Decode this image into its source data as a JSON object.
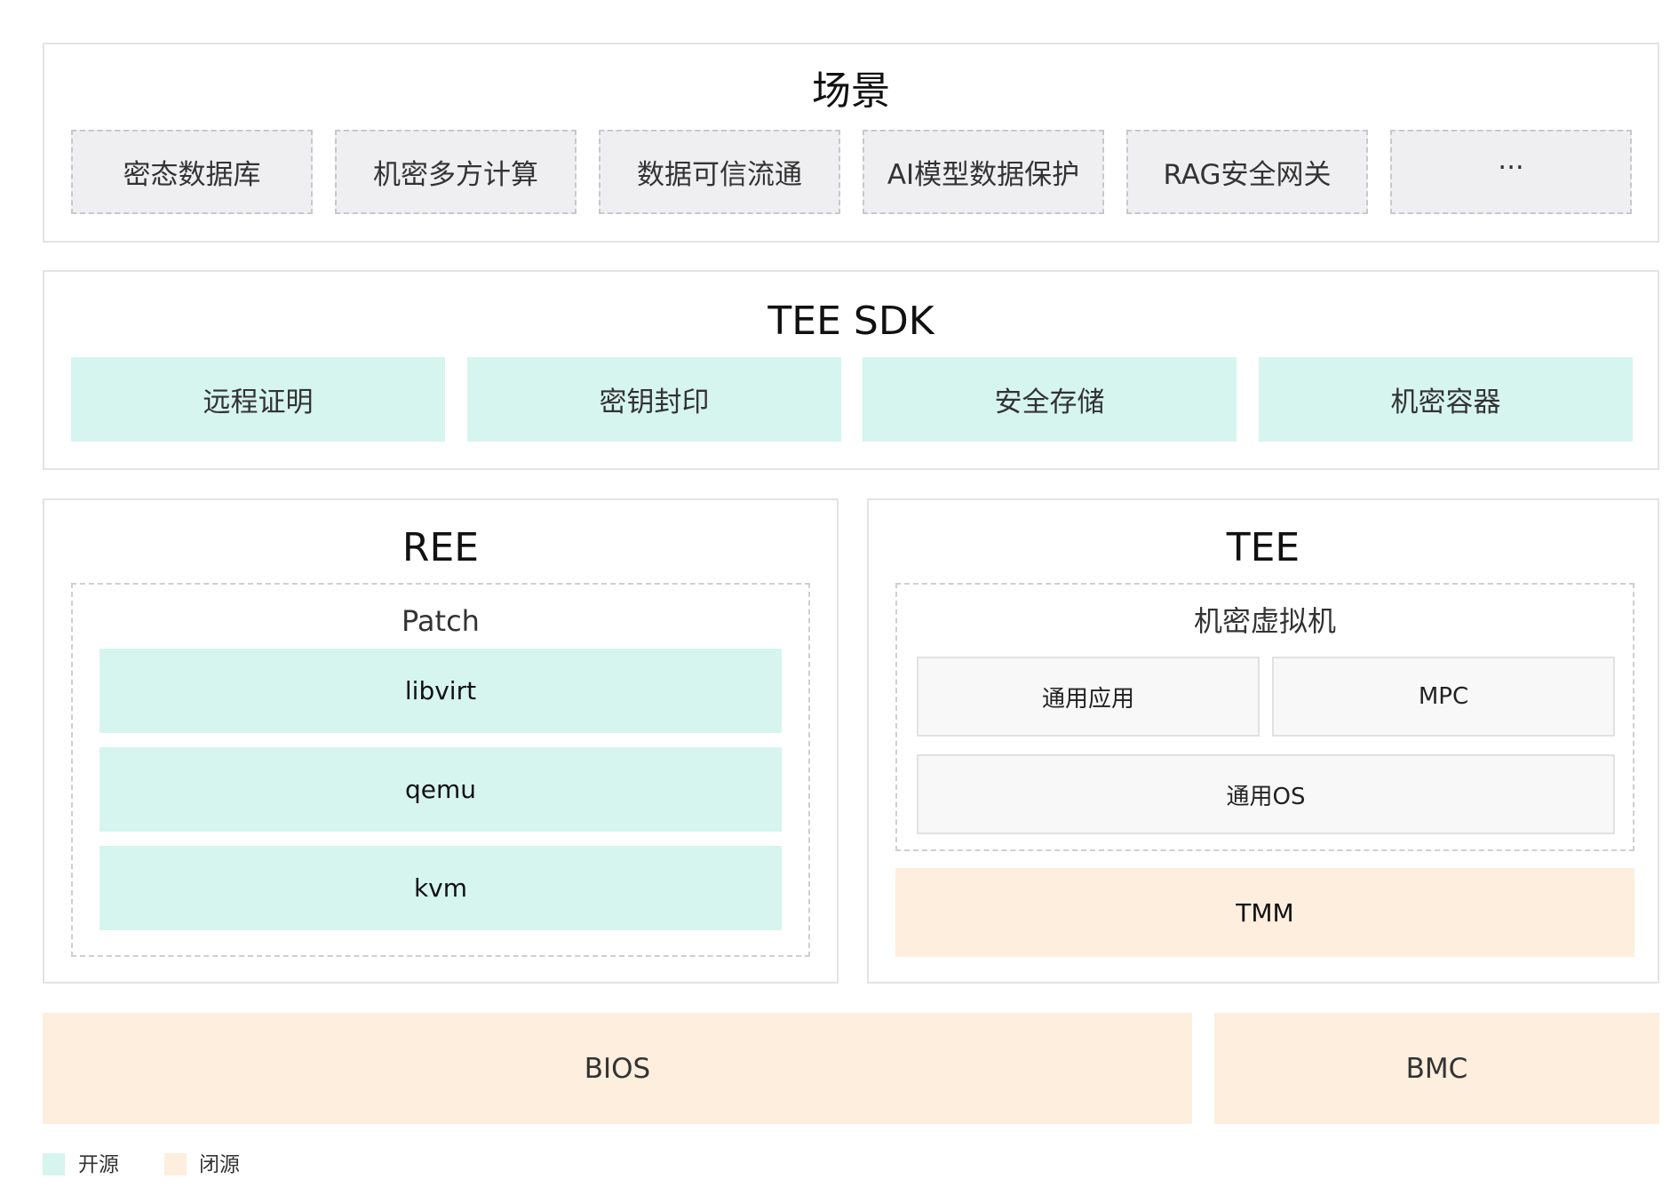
{
  "colors": {
    "open_source": "#d6f5ee",
    "closed_source": "#fdeedd",
    "scenario_fill": "#efeff1",
    "panel_border": "#e3e3e3"
  },
  "scenarios": {
    "title": "场景",
    "items": [
      "密态数据库",
      "机密多方计算",
      "数据可信流通",
      "AI模型数据保护",
      "RAG安全网关",
      "···"
    ]
  },
  "sdk": {
    "title": "TEE SDK",
    "items": [
      "远程证明",
      "密钥封印",
      "安全存储",
      "机密容器"
    ]
  },
  "ree": {
    "title": "REE",
    "group_title": "Patch",
    "items": [
      "libvirt",
      "qemu",
      "kvm"
    ]
  },
  "tee": {
    "title": "TEE",
    "group_title": "机密虚拟机",
    "app_general": "通用应用",
    "app_mpc": "MPC",
    "os": "通用OS",
    "tmm": "TMM"
  },
  "firmware": {
    "bios": "BIOS",
    "bmc": "BMC"
  },
  "legend": {
    "open": "开源",
    "closed": "闭源"
  }
}
